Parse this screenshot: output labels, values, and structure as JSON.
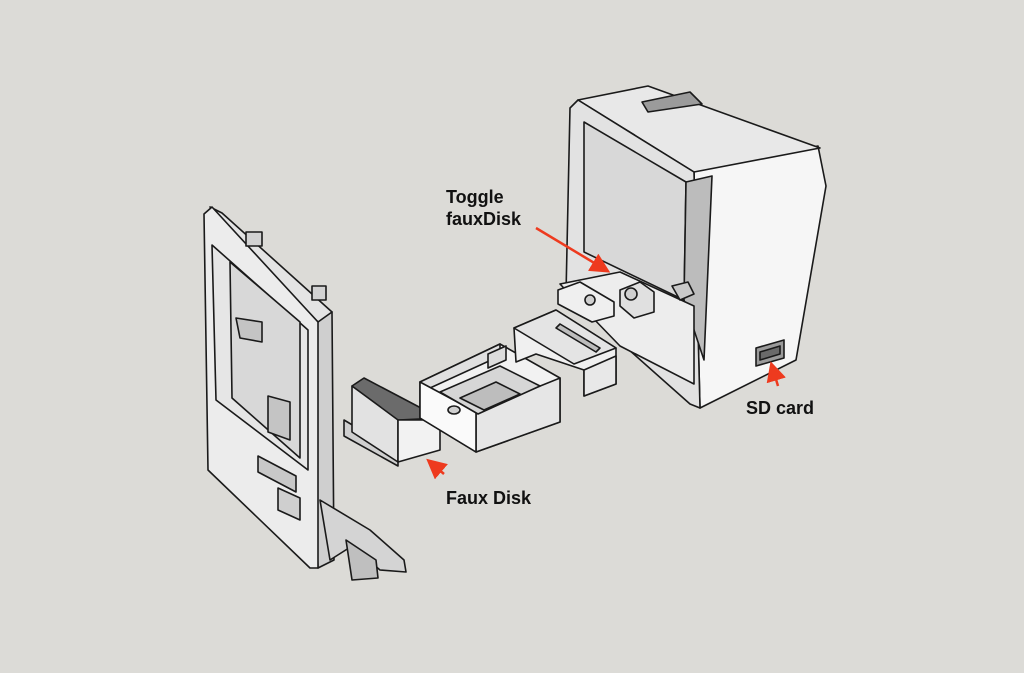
{
  "labels": {
    "toggle_line1": "Toggle",
    "toggle_line2": "fauxDisk",
    "faux_disk": "Faux Disk",
    "sd_card": "SD card"
  },
  "colors": {
    "background": "#dcdbd7",
    "part_light": "#f0f0f0",
    "part_mid": "#d6d6d6",
    "part_dark": "#a8a8a8",
    "outline": "#1a1a1a",
    "arrow": "#ee3a1e"
  }
}
